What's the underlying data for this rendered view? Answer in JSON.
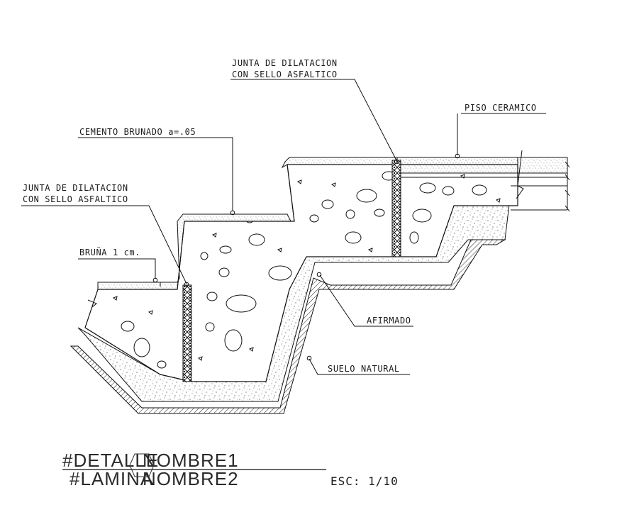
{
  "labels": {
    "joint_top_line1": "JUNTA DE DILATACION",
    "joint_top_line2": "CON SELLO ASFALTICO",
    "piso": "PISO CERAMICO",
    "cemento": "CEMENTO BRUNADO a=.05",
    "joint_left_line1": "JUNTA DE DILATACION",
    "joint_left_line2": "CON SELLO ASFALTICO",
    "bruna": "BRUÑA 1 cm.",
    "afirmado": "AFIRMADO",
    "suelo": "SUELO NATURAL"
  },
  "title_block": {
    "detalle_tag": "#DETALLE",
    "detalle_name": "NOMBRE1",
    "lamina_tag": "#LAMINA",
    "lamina_name": "NOMBRE2",
    "scale": "ESC: 1/10"
  }
}
